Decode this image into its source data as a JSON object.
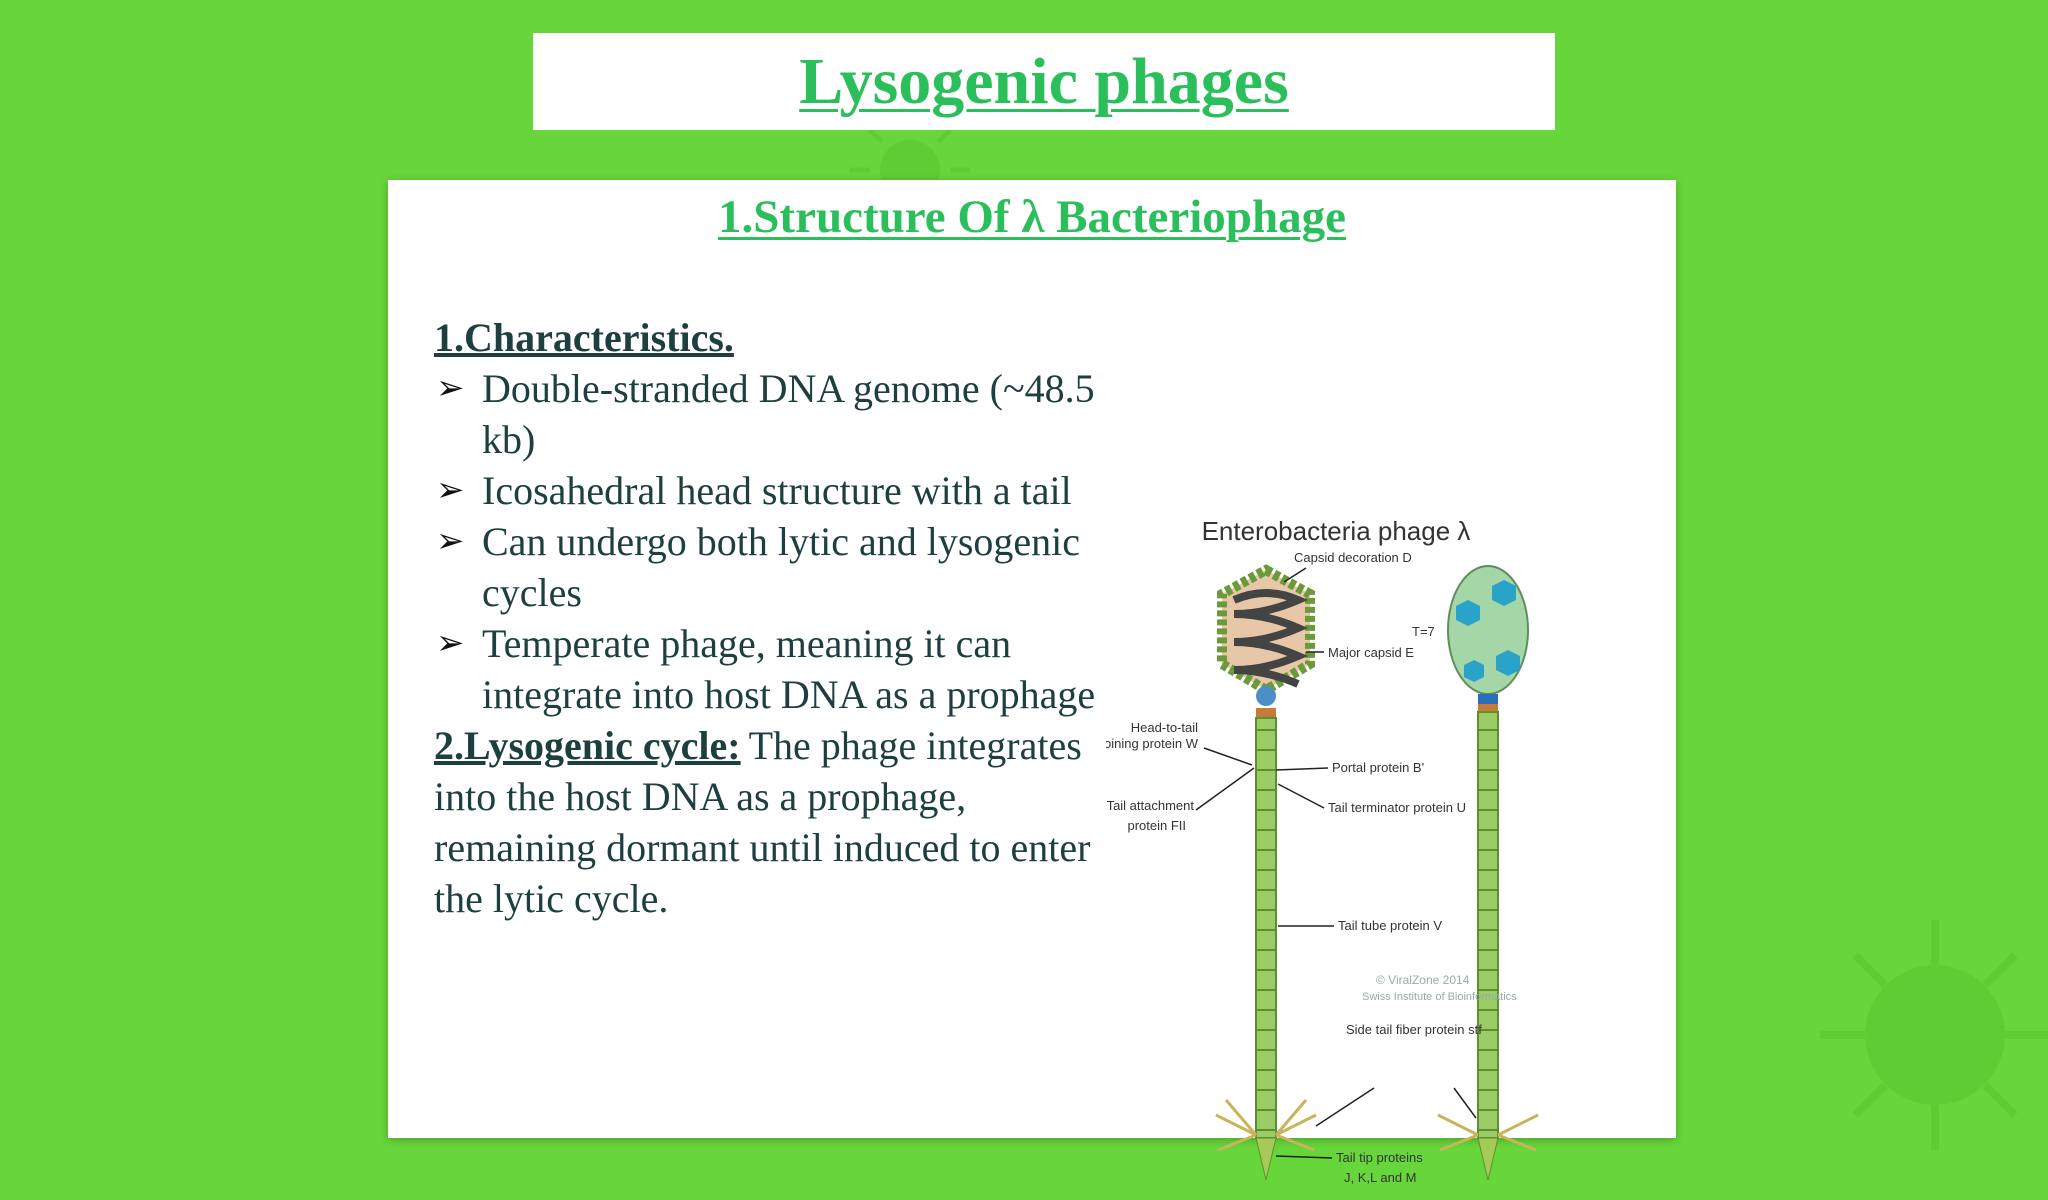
{
  "slide_title": "Lysogenic phages",
  "card": {
    "subtitle": "1.Structure Of λ Bacteriophage",
    "characteristics": {
      "heading": "1.Characteristics.",
      "bullets": [
        "Double-stranded DNA genome (~48.5 kb)",
        "Icosahedral head structure with a tail",
        "Can undergo both lytic and lysogenic cycles",
        "Temperate phage, meaning it can integrate into host DNA as a prophage"
      ]
    },
    "lysogenic": {
      "heading": "2.Lysogenic cycle:",
      "text": "The phage integrates into the host DNA as a prophage, remaining dormant until induced to enter the lytic cycle."
    }
  },
  "diagram": {
    "title": "Enterobacteria phage λ",
    "labels": {
      "capsid_decoration": "Capsid decoration D",
      "major_capsid": "Major capsid E",
      "head_to_tail_1": "Head-to-tail",
      "head_to_tail_2": "joining protein W",
      "portal": "Portal protein B'",
      "tail_attachment_1": "Tail attachment",
      "tail_attachment_2": "protein FII",
      "tail_terminator": "Tail terminator protein U",
      "tail_tube": "Tail tube protein V",
      "t_number": "T=7",
      "copyright_1": "© ViralZone 2014",
      "copyright_2": "Swiss Institute of Bioinformatics",
      "side_tail_fiber": "Side tail fiber protein stf",
      "tail_tip_1": "Tail tip proteins",
      "tail_tip_2": "J, K,L and M"
    }
  }
}
